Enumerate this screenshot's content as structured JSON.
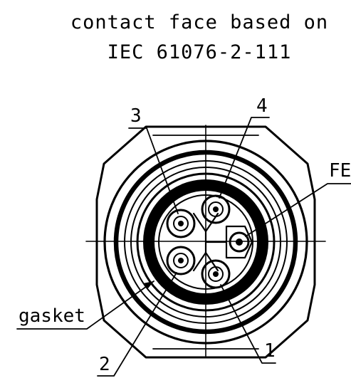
{
  "title": {
    "line1": "contact face based on",
    "line2": "IEC 61076-2-111"
  },
  "labels": {
    "pin3": "3",
    "pin4": "4",
    "pinFE": "FE",
    "gasket": "gasket",
    "pin2": "2",
    "pin1": "1"
  },
  "colors": {
    "ink": "#000000",
    "background": "#ffffff"
  }
}
